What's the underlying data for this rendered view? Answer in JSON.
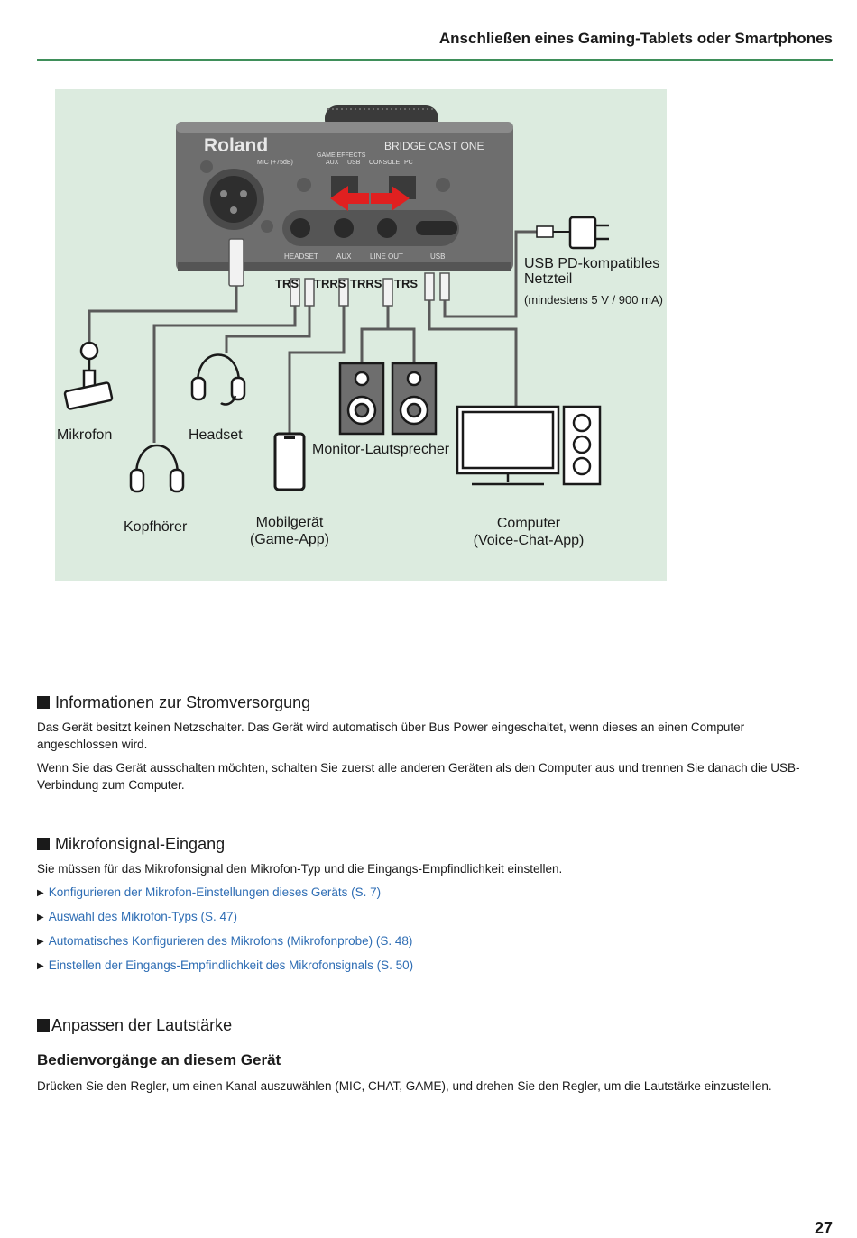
{
  "header": {
    "title": "Anschließen eines Gaming-Tablets oder Smartphones"
  },
  "diagram": {
    "device": {
      "brand": "Roland",
      "model": "BRIDGE CAST ONE",
      "mic_label": "MIC (+75dB)",
      "switch_group_label": "GAME EFFECTS",
      "switch1_labels": [
        "AUX",
        "USB"
      ],
      "switch2_labels": [
        "CONSOLE",
        "PC"
      ],
      "port_labels": [
        "HEADSET",
        "AUX",
        "LINE OUT",
        "USB"
      ]
    },
    "plug_labels": [
      "TRS",
      "TRRS",
      "TRRS",
      "TRS"
    ],
    "labels": {
      "adapter_line1": "USB PD-kompatibles",
      "adapter_line2": "Netzteil",
      "adapter_note": "(mindestens 5 V / 900 mA)",
      "mic": "Mikrofon",
      "headset": "Headset",
      "speakers": "Monitor-Lautsprecher",
      "headphones": "Kopfhörer",
      "mobile_line1": "Mobilgerät",
      "mobile_line2": "(Game-App)",
      "computer_line1": "Computer",
      "computer_line2": "(Voice-Chat-App)"
    }
  },
  "sections": {
    "power": {
      "heading": "Informationen zur Stromversorgung",
      "p1": "Das Gerät besitzt keinen Netzschalter. Das Gerät wird automatisch über Bus Power eingeschaltet, wenn dieses an einen Computer angeschlossen wird.",
      "p2": "Wenn Sie das Gerät ausschalten möchten, schalten Sie zuerst alle anderen Geräten als den Computer aus und trennen Sie danach die USB-Verbindung zum Computer."
    },
    "mic": {
      "heading": "Mikrofonsignal-Eingang",
      "p1": "Sie müssen für das Mikrofonsignal den Mikrofon-Typ und die Eingangs-Empfindlichkeit einstellen.",
      "links": [
        "Konfigurieren der Mikrofon-Einstellungen dieses Geräts (S. 7)",
        "Auswahl des Mikrofon-Typs (S. 47)",
        "Automatisches Konfigurieren des Mikrofons (Mikrofonprobe) (S. 48)",
        "Einstellen der Eingangs-Empfindlichkeit des Mikrofonsignals (S. 50)"
      ]
    },
    "volume": {
      "heading": "Anpassen der Lautstärke",
      "subheading": "Bedienvorgänge an diesem Gerät",
      "p1": "Drücken Sie den Regler, um einen Kanal auszuwählen (MIC, CHAT, GAME), und drehen Sie den Regler, um die Lautstärke einzustellen."
    }
  },
  "page_number": "27",
  "colors": {
    "accent_rule": "#3f8f5a",
    "figure_bg": "#dcebdf",
    "link": "#2e6db4",
    "arrow": "#e02020"
  }
}
